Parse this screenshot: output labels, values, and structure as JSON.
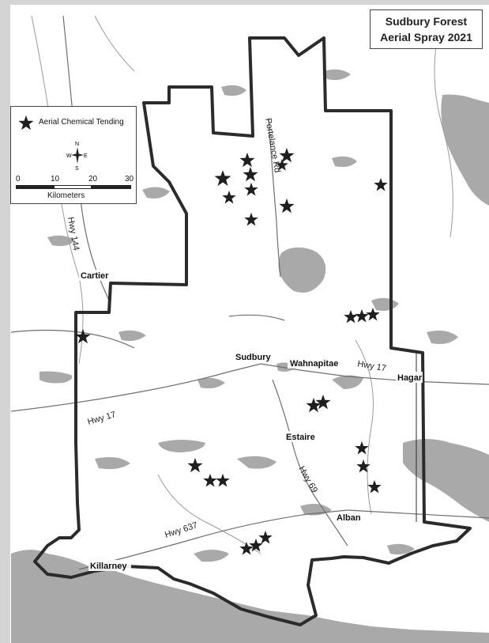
{
  "title": {
    "line1": "Sudbury Forest",
    "line2": "Aerial Spray 2021"
  },
  "legend": {
    "item_label": "Aerial Chemical Tending",
    "compass": {
      "n": "N",
      "s": "S",
      "e": "E",
      "w": "W"
    },
    "scale": {
      "ticks": [
        "0",
        "10",
        "20",
        "30"
      ],
      "unit_label": "Kilometers"
    }
  },
  "labels": {
    "hwy144": "Hwy 144",
    "portelance": "Portelance Rd",
    "cartier": "Cartier",
    "sudbury": "Sudbury",
    "wahnapitae": "Wahnapitae",
    "hwy17_east": "Hwy 17",
    "hagar": "Hagar",
    "hwy17_west": "Hwy 17",
    "estaire": "Estaire",
    "hwy69": "Hwy 69",
    "hwy637": "Hwy 637",
    "alban": "Alban",
    "killarney": "Killarney"
  },
  "colors": {
    "boundary": "#2b2b2b",
    "water": "#a9a9a9",
    "roads": "#6e6e6e",
    "star": "#1f1f1f"
  },
  "icons": {
    "marker": "star-icon",
    "compass": "compass-rose-icon"
  }
}
